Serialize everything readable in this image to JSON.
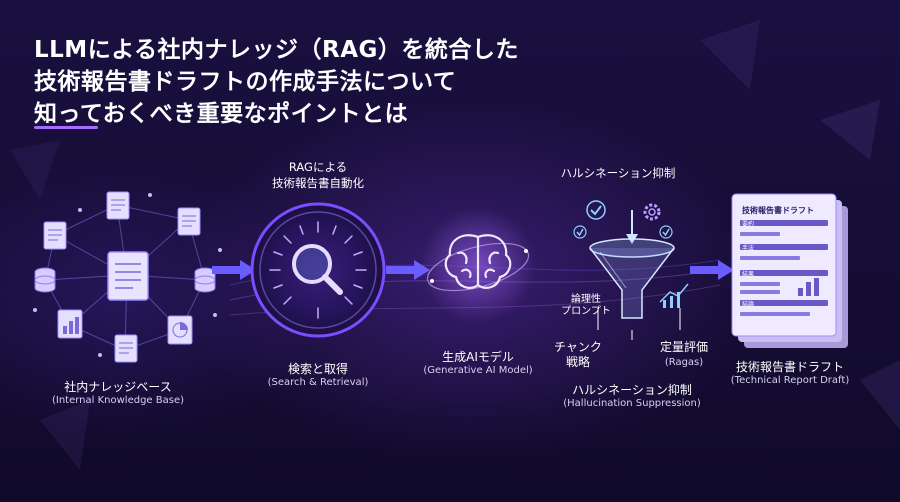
{
  "title": {
    "line1": "LLMによる社内ナレッジ（RAG）を統合した",
    "line2": "技術報告書ドラフトの作成手法について",
    "line3": "知っておくべき重要なポイントとは"
  },
  "knowledge_base": {
    "label_jp": "社内ナレッジベース",
    "label_en": "(Internal Knowledge Base)"
  },
  "rag": {
    "top_line1": "RAGによる",
    "top_line2": "技術報告書自動化",
    "label_jp": "検索と取得",
    "label_en": "(Search & Retrieval)"
  },
  "genai": {
    "label_jp": "生成AIモデル",
    "label_en": "(Generative AI Model)"
  },
  "hallucination": {
    "top_label": "ハルシネーション抑制",
    "logic_line1": "論理性",
    "logic_line2": "プロンプト",
    "chunk_line1": "チャンク",
    "chunk_line2": "戦略",
    "eval_line1": "定量評価",
    "eval_line2": "(Ragas)",
    "label_jp": "ハルシネーション抑制",
    "label_en": "(Hallucination Suppression)"
  },
  "report": {
    "doc_title": "技術報告書ドラフト",
    "section1": "要約",
    "section2": "手法",
    "section3": "結果",
    "section4": "結論",
    "label_jp": "技術報告書ドラフト",
    "label_en": "(Technical Report Draft)"
  },
  "colors": {
    "accent": "#a66bff",
    "arrow": "#6b5cff",
    "background": "#160d36",
    "node_glow": "#7b4dff"
  },
  "icons": [
    "document-icon",
    "database-icon",
    "chart-icon",
    "magnifier-icon",
    "brain-icon",
    "funnel-icon",
    "checkmark-icon",
    "gear-icon",
    "report-icon"
  ]
}
